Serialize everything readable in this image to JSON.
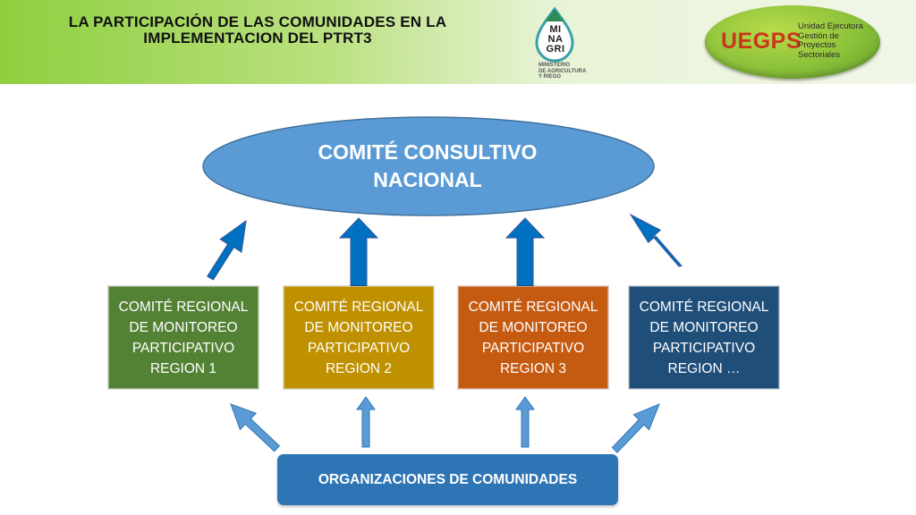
{
  "header": {
    "title_line1": "LA PARTICIPACIÓN DE LAS COMUNIDADES EN LA",
    "title_line2": "IMPLEMENTACION DEL PTRT3",
    "minagri": {
      "logo_line1": "MI",
      "logo_line2": "NA",
      "logo_line3": "GRI",
      "sub_line1": "MINISTERIO",
      "sub_line2": "DE AGRICULTURA",
      "sub_line3": "Y RIEGO"
    },
    "uegps": {
      "main": "UEGPS",
      "sub_line1": "Unidad Ejecutora",
      "sub_line2": "Gestión de",
      "sub_line3": "Proyectos",
      "sub_line4": "Sectoriales"
    }
  },
  "diagram": {
    "top_node": {
      "line1": "COMITÉ CONSULTIVO",
      "line2": "NACIONAL",
      "color": "#5b9bd5"
    },
    "regional_committees": [
      {
        "line1": "COMITÉ REGIONAL",
        "line2": "DE MONITOREO",
        "line3": "PARTICIPATIVO",
        "line4": "REGION 1",
        "color": "#548235"
      },
      {
        "line1": "COMITÉ REGIONAL",
        "line2": "DE MONITOREO",
        "line3": "PARTICIPATIVO",
        "line4": "REGION 2",
        "color": "#bf9000"
      },
      {
        "line1": "COMITÉ REGIONAL",
        "line2": "DE MONITOREO",
        "line3": "PARTICIPATIVO",
        "line4": "REGION 3",
        "color": "#c55a11"
      },
      {
        "line1": "COMITÉ REGIONAL",
        "line2": "DE MONITOREO",
        "line3": "PARTICIPATIVO",
        "line4": "REGION …",
        "color": "#1f4e79"
      }
    ],
    "bottom_node": {
      "label": "ORGANIZACIONES DE COMUNIDADES",
      "color": "#2e75b6"
    },
    "arrow_color_upper": "#0070c0",
    "arrow_color_lower": "#5b9bd5"
  }
}
